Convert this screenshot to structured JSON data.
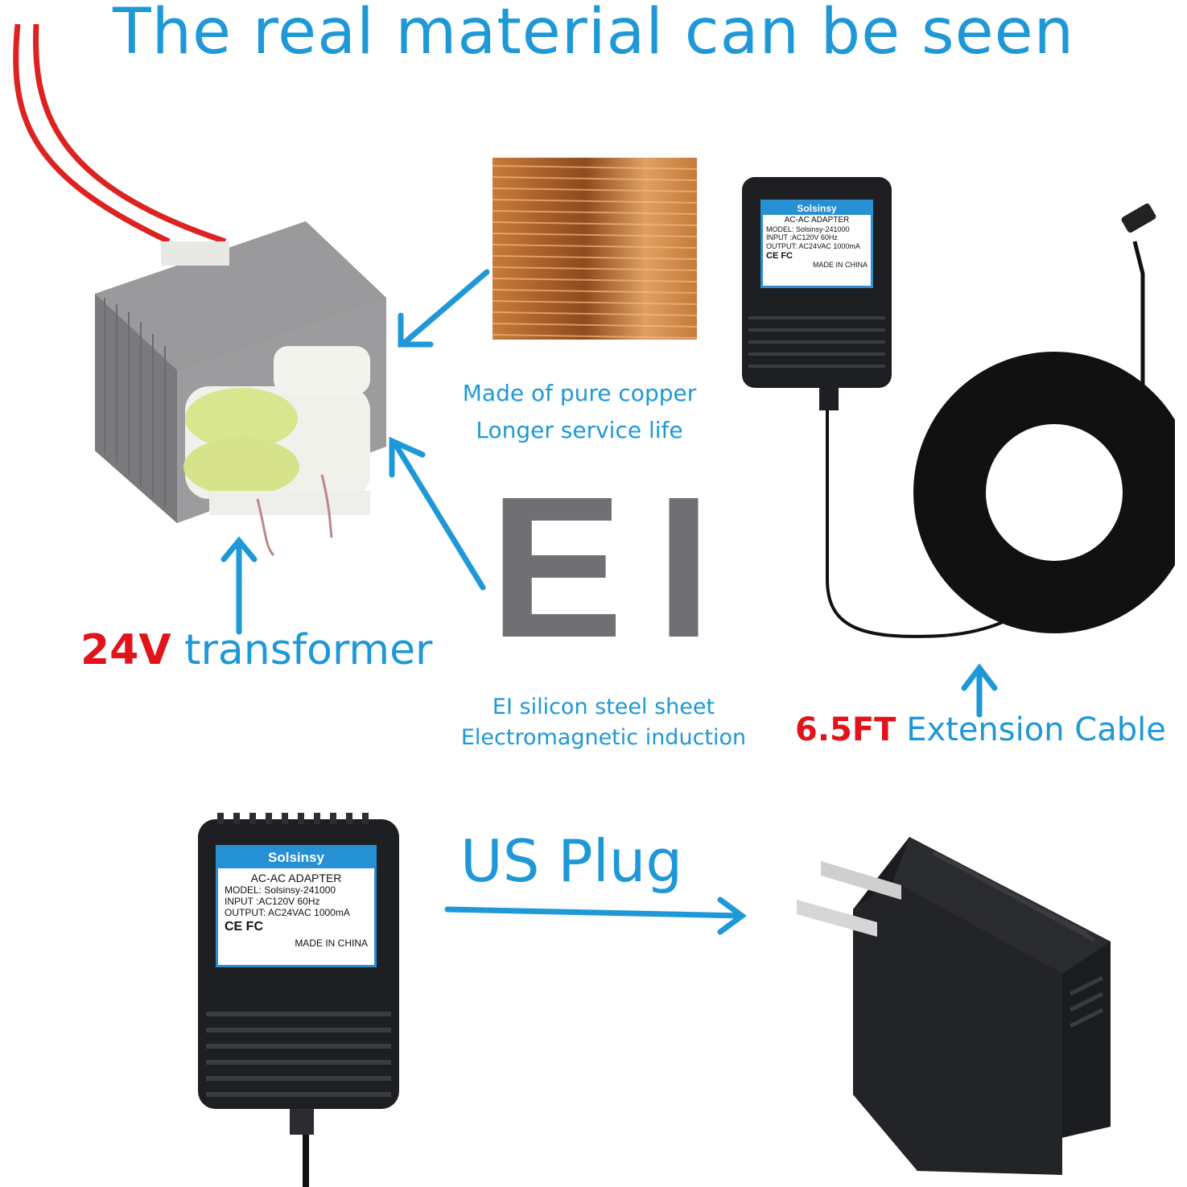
{
  "title": "The real material can be seen",
  "copper": {
    "line1": "Made of pure copper",
    "line2": "Longer service life"
  },
  "transformer": {
    "voltage": "24V",
    "word": "transformer"
  },
  "ei": {
    "letters": "EI",
    "line1": "EI silicon steel sheet",
    "line2": "Electromagnetic induction"
  },
  "cable": {
    "length": "6.5FT",
    "word": "Extension Cable"
  },
  "plug": {
    "label": "US Plug"
  },
  "adapter_label": {
    "brand": "Solsinsy",
    "type": "AC-AC ADAPTER",
    "model": "MODEL: Solsinsy-241000",
    "input": "INPUT   :AC120V  60Hz",
    "output": "OUTPUT: AC24VAC  1000mA",
    "marks": "CE FC",
    "origin": "MADE IN CHINA"
  },
  "colors": {
    "accent_blue": "#1e98d6",
    "accent_red": "#e1141c"
  }
}
